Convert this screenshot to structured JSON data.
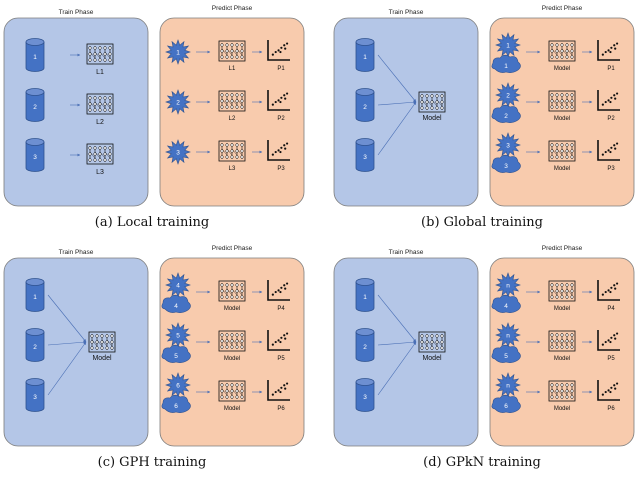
{
  "colors": {
    "train_panel": "#b4c6e7",
    "predict_panel": "#f8cbad",
    "panel_border": "#7d7d7d",
    "shape_fill": "#4472c4",
    "shape_stroke": "#2f528f"
  },
  "icons": [
    "database-icon",
    "neural-net-icon",
    "scatter-plot-icon",
    "star-burst-icon",
    "cloud-icon"
  ],
  "panels": [
    {
      "caption": "(a) Local training",
      "train_title": "Train Phase",
      "predict_title": "Predict Phase",
      "databases": [
        "1",
        "2",
        "3"
      ],
      "models": [
        "L1",
        "L2",
        "L3"
      ],
      "predict_rows": [
        {
          "star": "1",
          "cloud": "",
          "model": "L1",
          "plot": "P1"
        },
        {
          "star": "2",
          "cloud": "",
          "model": "L2",
          "plot": "P2"
        },
        {
          "star": "3",
          "cloud": "",
          "model": "L3",
          "plot": "P3"
        }
      ]
    },
    {
      "caption": "(b) Global training",
      "train_title": "Train Phase",
      "predict_title": "Predict Phase",
      "databases": [
        "1",
        "2",
        "3"
      ],
      "models": [
        "Model"
      ],
      "predict_rows": [
        {
          "star": "1",
          "cloud": "1",
          "model": "Model",
          "plot": "P1"
        },
        {
          "star": "2",
          "cloud": "2",
          "model": "Model",
          "plot": "P2"
        },
        {
          "star": "3",
          "cloud": "3",
          "model": "Model",
          "plot": "P3"
        }
      ]
    },
    {
      "caption": "(c) GPH training",
      "train_title": "Train Phase",
      "predict_title": "Predict Phase",
      "databases": [
        "1",
        "2",
        "3"
      ],
      "models": [
        "Model"
      ],
      "predict_rows": [
        {
          "star": "4",
          "cloud": "4",
          "model": "Model",
          "plot": "P4"
        },
        {
          "star": "5",
          "cloud": "5",
          "model": "Model",
          "plot": "P5"
        },
        {
          "star": "6",
          "cloud": "6",
          "model": "Model",
          "plot": "P6"
        }
      ]
    },
    {
      "caption": "(d) GPkN training",
      "train_title": "Train Phase",
      "predict_title": "Predict Phase",
      "databases": [
        "1",
        "2",
        "3"
      ],
      "models": [
        "Model"
      ],
      "predict_rows": [
        {
          "star": "n",
          "cloud": "4",
          "model": "Model",
          "plot": "P4"
        },
        {
          "star": "n",
          "cloud": "5",
          "model": "Model",
          "plot": "P5"
        },
        {
          "star": "n",
          "cloud": "6",
          "model": "Model",
          "plot": "P6"
        }
      ]
    }
  ]
}
